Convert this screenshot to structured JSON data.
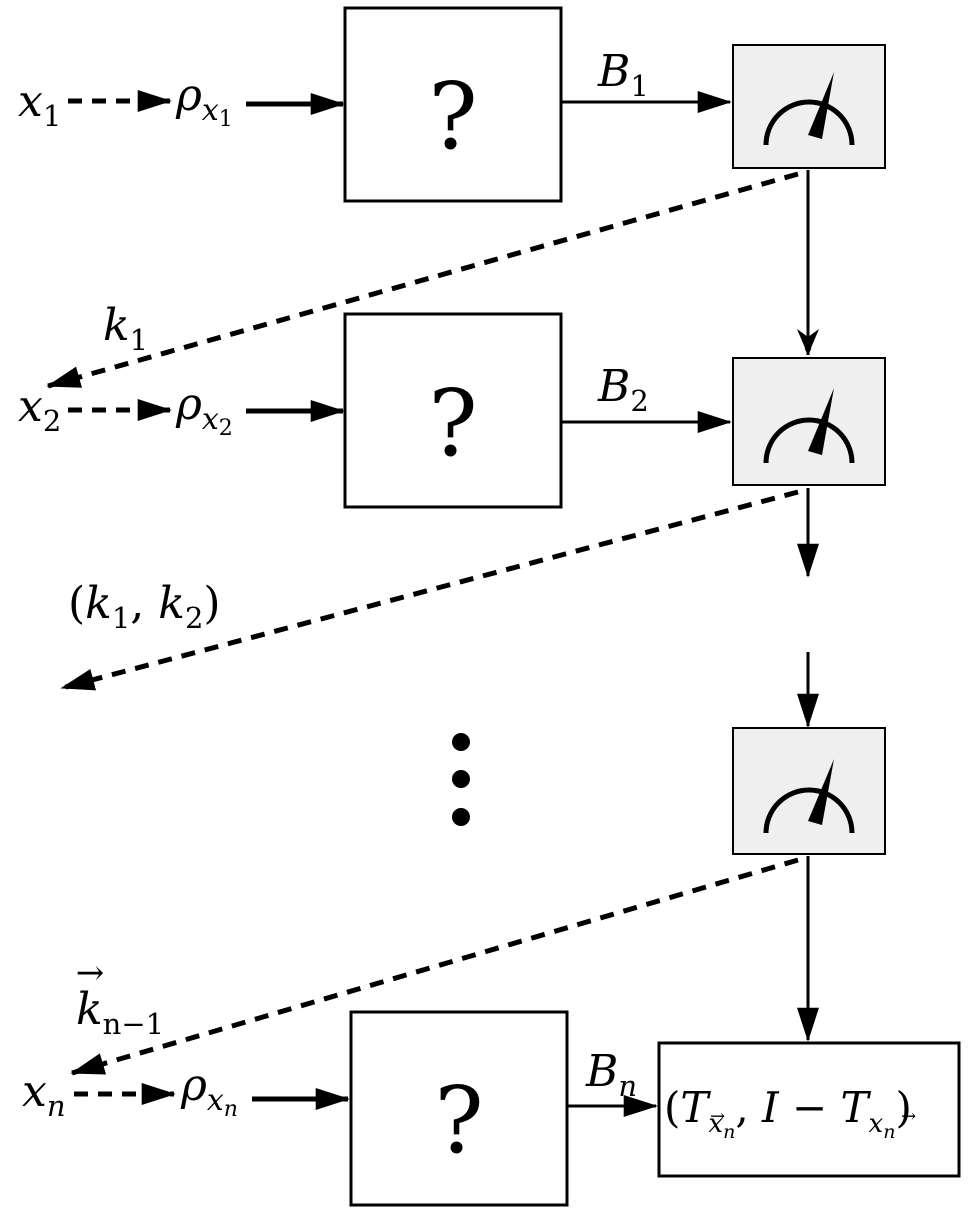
{
  "stages": [
    {
      "input_var": "x",
      "input_sub": "1",
      "state": "ρ",
      "state_var": "x",
      "state_sub": "1",
      "box_label": "?",
      "channel": "B",
      "channel_sub": "1"
    },
    {
      "input_var": "x",
      "input_sub": "2",
      "state": "ρ",
      "state_var": "x",
      "state_sub": "2",
      "box_label": "?",
      "channel": "B",
      "channel_sub": "2"
    },
    {
      "input_var": "x",
      "input_sub": "n",
      "state": "ρ",
      "state_var": "x",
      "state_sub": "n",
      "box_label": "?",
      "channel": "B",
      "channel_sub": "n"
    }
  ],
  "feedback": {
    "k1": {
      "var": "k",
      "sub": "1"
    },
    "k1k2": {
      "open": "(",
      "a": "k",
      "a_sub": "1",
      "comma": ", ",
      "b": "k",
      "b_sub": "2",
      "close": ")"
    },
    "kn_minus_1": {
      "arrow": "→",
      "var": "k",
      "sub": "n−1"
    }
  },
  "final_box": {
    "open": "(",
    "T": "T",
    "T_sub": "x",
    "T_subsub": "n",
    "T_arrow": "→",
    "comma": ", ",
    "I_minus": "I − ",
    "T2": "T",
    "close": ")"
  },
  "ellipsis": "⋮"
}
